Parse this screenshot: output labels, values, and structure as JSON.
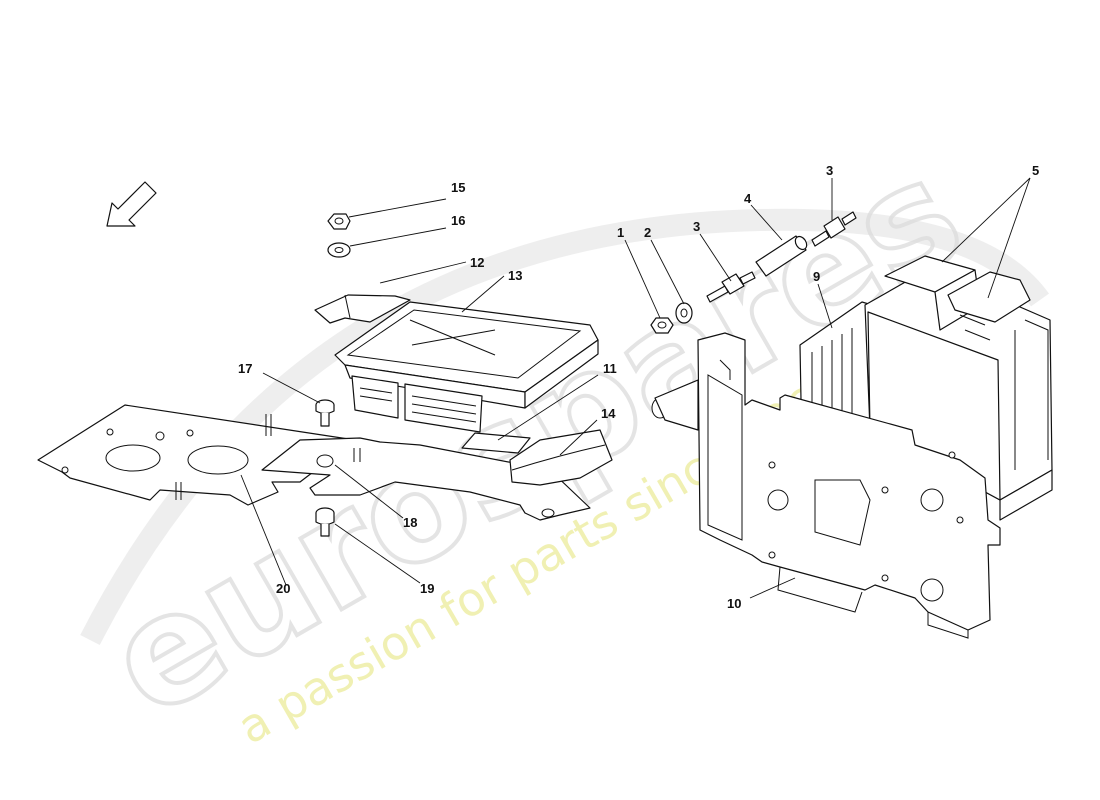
{
  "watermark": {
    "brand": "eurospares",
    "tagline": "a passion for parts since 1985"
  },
  "callouts": {
    "c1": "1",
    "c2": "2",
    "c3a": "3",
    "c3b": "3",
    "c4": "4",
    "c5": "5",
    "c9": "9",
    "c10": "10",
    "c11": "11",
    "c12": "12",
    "c13": "13",
    "c14": "14",
    "c15": "15",
    "c16": "16",
    "c17": "17",
    "c18": "18",
    "c19": "19",
    "c20": "20"
  }
}
